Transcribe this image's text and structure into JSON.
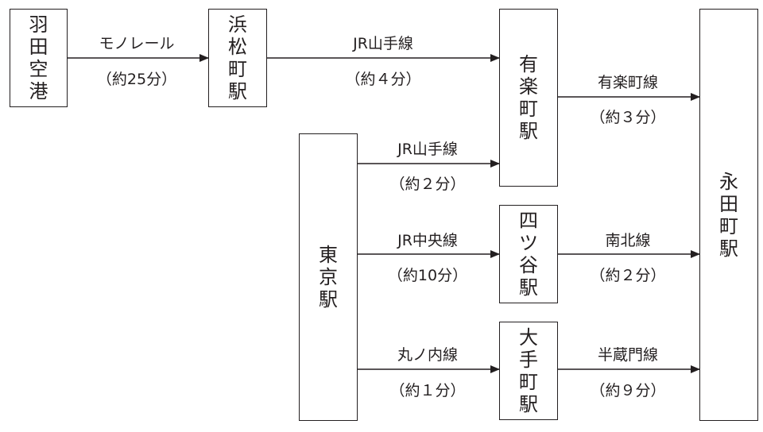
{
  "stations": {
    "haneda": "羽田空港",
    "hamamatsucho": "浜松町駅",
    "yurakucho": "有楽町駅",
    "nagatacho": "永田町駅",
    "tokyo": "東京駅",
    "yotsuya": "四ツ谷駅",
    "otemachi": "大手町駅"
  },
  "routes": {
    "haneda_hamamatsucho": {
      "line": "モノレール",
      "time": "（約25分）"
    },
    "hamamatsucho_yurakucho": {
      "line": "JR山手線",
      "time": "（約４分）"
    },
    "yurakucho_nagatacho": {
      "line": "有楽町線",
      "time": "（約３分）"
    },
    "tokyo_yurakucho": {
      "line": "JR山手線",
      "time": "（約２分）"
    },
    "tokyo_yotsuya": {
      "line": "JR中央線",
      "time": "（約10分）"
    },
    "yotsuya_nagatacho": {
      "line": "南北線",
      "time": "（約２分）"
    },
    "tokyo_otemachi": {
      "line": "丸ノ内線",
      "time": "（約１分）"
    },
    "otemachi_nagatacho": {
      "line": "半蔵門線",
      "time": "（約９分）"
    }
  }
}
